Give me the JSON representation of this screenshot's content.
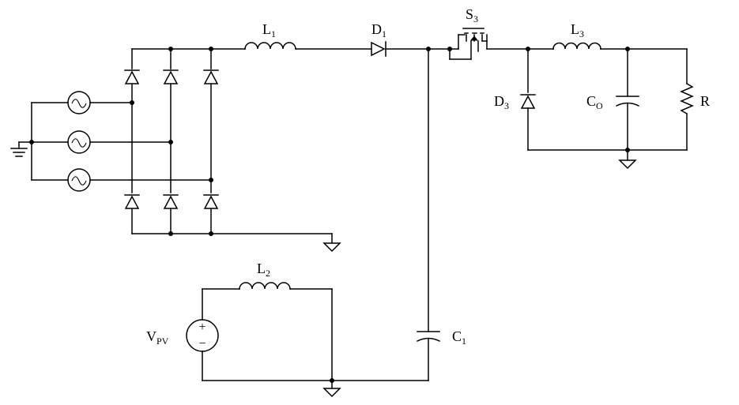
{
  "diagram": {
    "components": {
      "L1": {
        "letter": "L",
        "sub": "1"
      },
      "L2": {
        "letter": "L",
        "sub": "2"
      },
      "L3": {
        "letter": "L",
        "sub": "3"
      },
      "D1": {
        "letter": "D",
        "sub": "1"
      },
      "D3": {
        "letter": "D",
        "sub": "3"
      },
      "S3": {
        "letter": "S",
        "sub": "3"
      },
      "C1": {
        "letter": "C",
        "sub": "1"
      },
      "CO": {
        "letter": "C",
        "sub": "O"
      },
      "R": {
        "letter": "R"
      },
      "VPV": {
        "letter": "V",
        "sub": "PV",
        "plus": "+",
        "minus": "−"
      }
    }
  }
}
